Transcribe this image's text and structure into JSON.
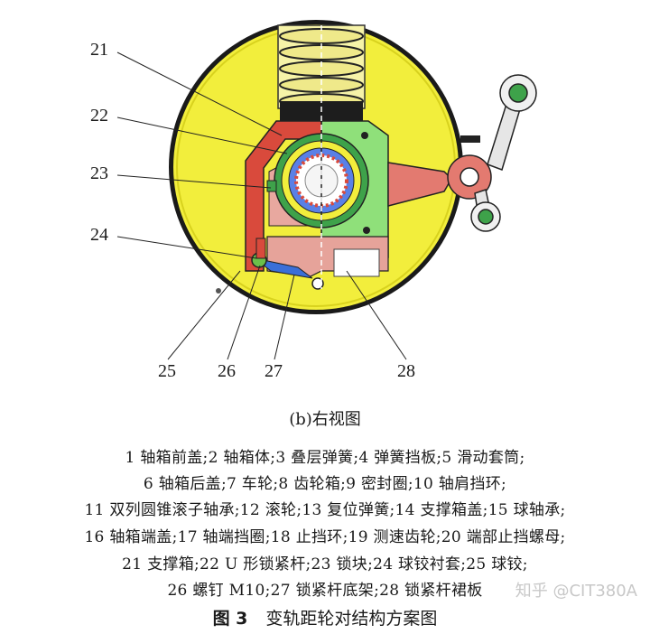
{
  "figure": {
    "callouts": [
      "21",
      "22",
      "23",
      "24",
      "25",
      "26",
      "27",
      "28"
    ],
    "subcaption": "(b)右视图"
  },
  "legend": [
    "1 轴箱前盖;2 轴箱体;3 叠层弹簧;4 弹簧挡板;5 滑动套筒;",
    "6 轴箱后盖;7 车轮;8 齿轮箱;9 密封圈;10 轴肩挡环;",
    "11 双列圆锥滚子轴承;12 滚轮;13 复位弹簧;14 支撑箱盖;15 球轴承;",
    "16 轴箱端盖;17 轴端挡圈;18 止挡环;19 测速齿轮;20 端部止挡螺母;",
    "21 支撑箱;22 U 形锁紧杆;23 锁块;24 球铰衬套;25 球铰;",
    "26 螺钉 M10;27 锁紧杆底架;28 锁紧杆裙板"
  ],
  "caption": {
    "number": "图 3",
    "title": "变轨距轮对结构方案图"
  },
  "watermark": "知乎 @CIT380A",
  "colors": {
    "wheel": "#f2ee3c",
    "green": "#8fe07a",
    "red": "#d94a3c",
    "salmon": "#e6a39a",
    "blue": "#3a6fd8"
  }
}
